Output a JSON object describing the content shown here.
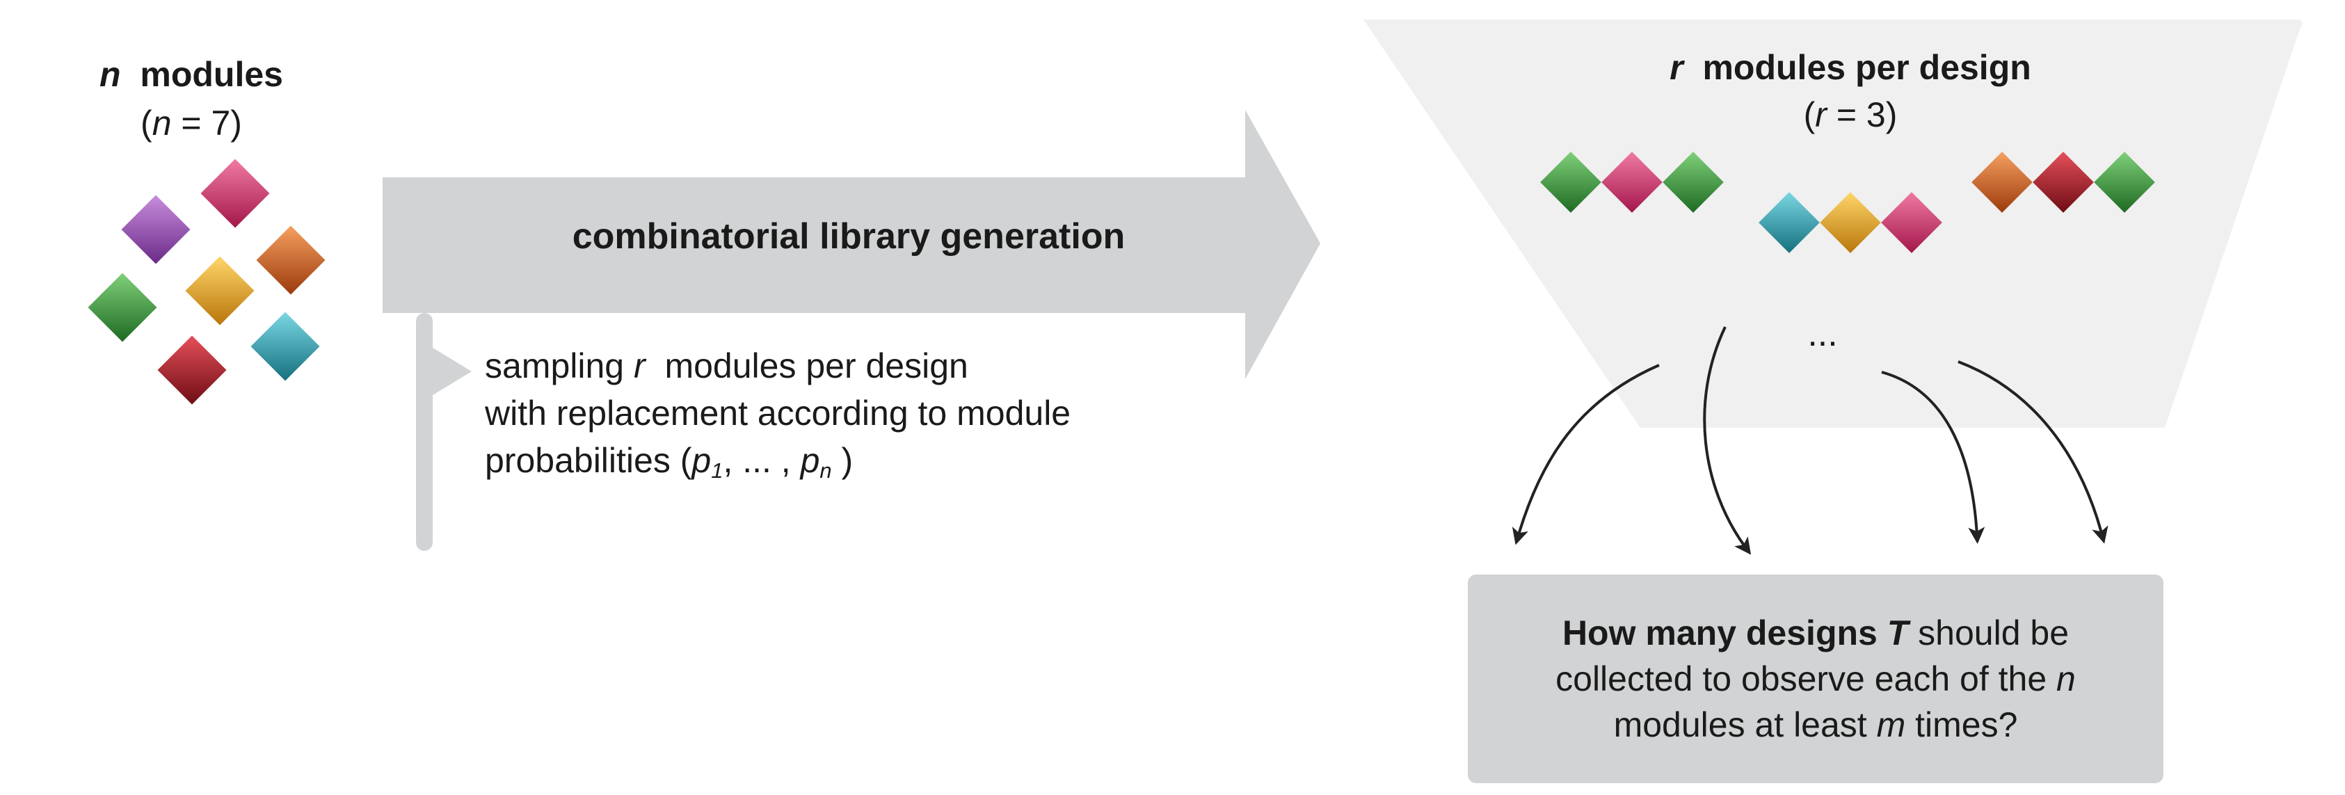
{
  "modules_panel": {
    "title_var": "n",
    "title_text": "modules",
    "count_open": "(",
    "count_var": "n",
    "count_text": " = 7)"
  },
  "generation_arrow": {
    "label": "combinatorial library generation"
  },
  "sampling_note": {
    "line1_pre": "sampling ",
    "line1_var": "r",
    "line1_post": " modules per design",
    "line2": "with replacement according to module",
    "line3_pre": "probabilities (",
    "p1_var": "p",
    "p1_sub": "1",
    "mid": ", ... , ",
    "pn_var": "p",
    "pn_sub": "n",
    "line3_post": " )"
  },
  "designs_panel": {
    "title_var": "r",
    "title_text": "modules per design",
    "count_open": "(",
    "count_var": "r",
    "count_text": " = 3)",
    "ellipsis": "..."
  },
  "question": {
    "line1_bold": "How many designs ",
    "line1_var": "T",
    "line1_post": " should be",
    "line2_pre": "collected to observe each of the ",
    "line2_var": "n",
    "line3_pre": "modules at least ",
    "line3_var": "m",
    "line3_post": " times?"
  },
  "colors": {
    "purple": "#9b4fb6",
    "magenta": "#d0336a",
    "orange": "#d85f1e",
    "green": "#3a9a3a",
    "gold": "#e3a21a",
    "crimson": "#b3202b",
    "teal": "#2a9eb0",
    "arrow_gray": "#d1d3d4",
    "funnel_gray": "#f0f0f0"
  }
}
